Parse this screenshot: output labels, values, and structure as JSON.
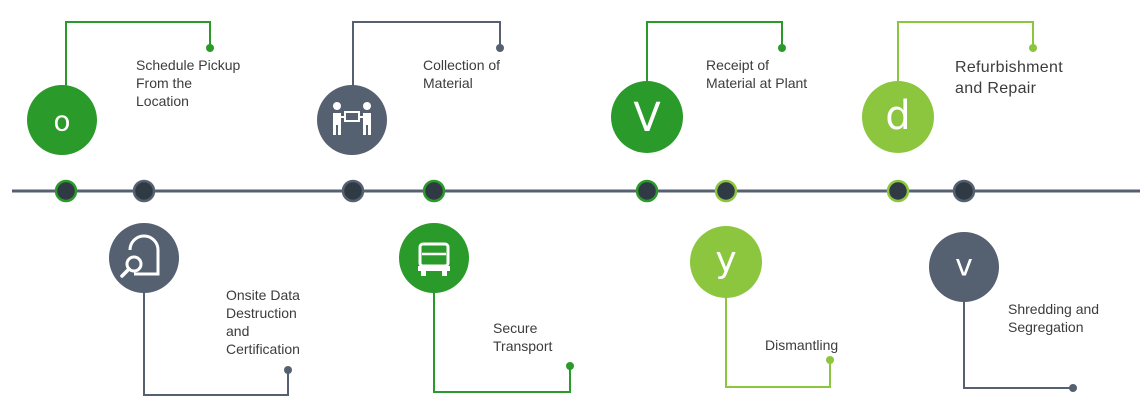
{
  "steps": [
    {
      "label": "Schedule Pickup\nFrom the\nLocation",
      "badge": "o",
      "icon": "letter-o-icon",
      "color": "#2a9a2a"
    },
    {
      "label": "Onsite Data\nDestruction\nand\nCertification",
      "badge": "",
      "icon": "magnify-document-icon",
      "color": "#556170"
    },
    {
      "label": "Collection of\nMaterial",
      "badge": "",
      "icon": "people-handover-icon",
      "color": "#556170"
    },
    {
      "label": "Secure\nTransport",
      "badge": "",
      "icon": "truck-icon",
      "color": "#2a9a2a"
    },
    {
      "label": "Receipt of\nMaterial at Plant",
      "badge": "V",
      "icon": "letter-v-icon",
      "color": "#2a9a2a"
    },
    {
      "label": "Dismantling",
      "badge": "y",
      "icon": "letter-y-icon",
      "color": "#8cc63f"
    },
    {
      "label": "Refurbishment\nand Repair",
      "badge": "d",
      "icon": "letter-d-icon",
      "color": "#8cc63f"
    },
    {
      "label": "Shredding and\nSegregation",
      "badge": "v",
      "icon": "letter-v-small-icon",
      "color": "#556170"
    }
  ],
  "colors": {
    "axis": "#556170",
    "dark_node": "#2f3a45",
    "green": "#2a9a2a",
    "lime": "#8cc63f",
    "slate": "#556170"
  }
}
